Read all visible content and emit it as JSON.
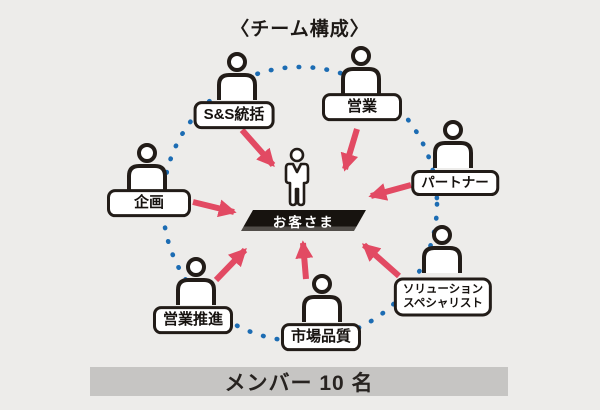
{
  "title": "〈チーム構成〉",
  "center": {
    "label": "お客さま",
    "icon": "standing-person-icon"
  },
  "roles": [
    {
      "id": "ss-management",
      "label": "S&S統括",
      "icon": "person-bust-icon"
    },
    {
      "id": "sales",
      "label": "営業",
      "icon": "person-bust-icon"
    },
    {
      "id": "partner",
      "label": "パートナー",
      "icon": "person-bust-icon"
    },
    {
      "id": "solution-specialist",
      "label": "ソリューション\nスペシャリスト",
      "icon": "person-bust-icon"
    },
    {
      "id": "market-quality",
      "label": "市場品質",
      "icon": "person-bust-icon"
    },
    {
      "id": "sales-promotion",
      "label": "営業推進",
      "icon": "person-bust-icon"
    },
    {
      "id": "planning",
      "label": "企画",
      "icon": "person-bust-icon"
    }
  ],
  "footer": {
    "label": "メンバー 10 名"
  },
  "colors": {
    "background": "#edecea",
    "outline": "#221c18",
    "arrow": "#e24a63",
    "circle_dots": "#1c6cb3",
    "banner_bg": "#17130f",
    "banner_text": "#ffffff",
    "footer_band": "#c6c5c3"
  }
}
